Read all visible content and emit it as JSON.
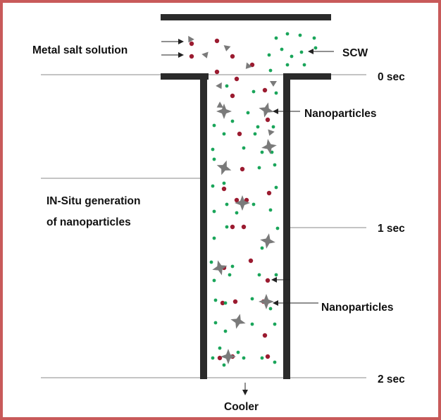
{
  "labels": {
    "metal_salt": "Metal salt solution",
    "scw": "SCW",
    "time0": "0 sec",
    "time1": "1 sec",
    "time2": "2 sec",
    "nanoparticles_top": "Nanoparticles",
    "nanoparticles_bottom": "Nanoparticles",
    "insitu_line1": "IN-Situ generation",
    "insitu_line2": "of nanoparticles",
    "cooler": "Cooler"
  },
  "colors": {
    "frame": "#c85a5a",
    "wall": "#2b2b2b",
    "metal_salt_particle": "#9b1b30",
    "scw_particle": "#1aa55a",
    "nanoparticle": "#7a7a7a"
  }
}
